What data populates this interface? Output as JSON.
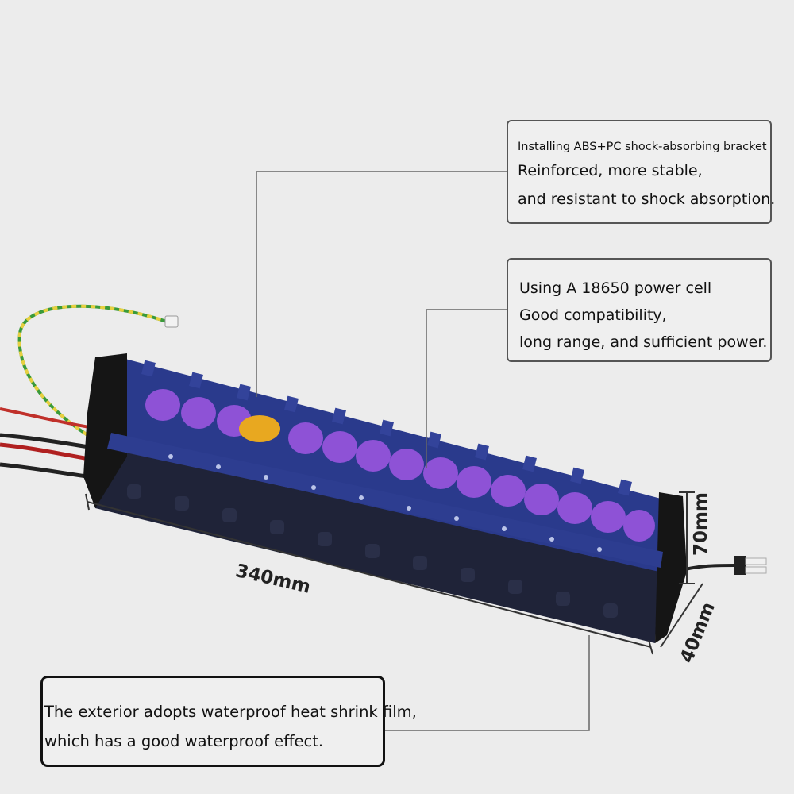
{
  "callouts": {
    "bracket": {
      "line1": "Installing ABS+PC shock-absorbing bracket",
      "line2": "Reinforced, more stable,",
      "line3": "and resistant to shock absorption."
    },
    "cell": {
      "line1": "Using A 18650 power cell",
      "line2": "Good compatibility,",
      "line3": "long range, and sufficient power."
    },
    "film": {
      "line1": "The exterior adopts waterproof heat shrink film,",
      "line2": "which has a good waterproof effect."
    }
  },
  "dimensions": {
    "length": "340mm",
    "height": "70mm",
    "depth": "40mm"
  },
  "colors": {
    "background": "#ececec",
    "pack_blue": "#2a3a8c",
    "cell_purple": "#8e52d6",
    "insulator_yellow": "#e8a820"
  }
}
